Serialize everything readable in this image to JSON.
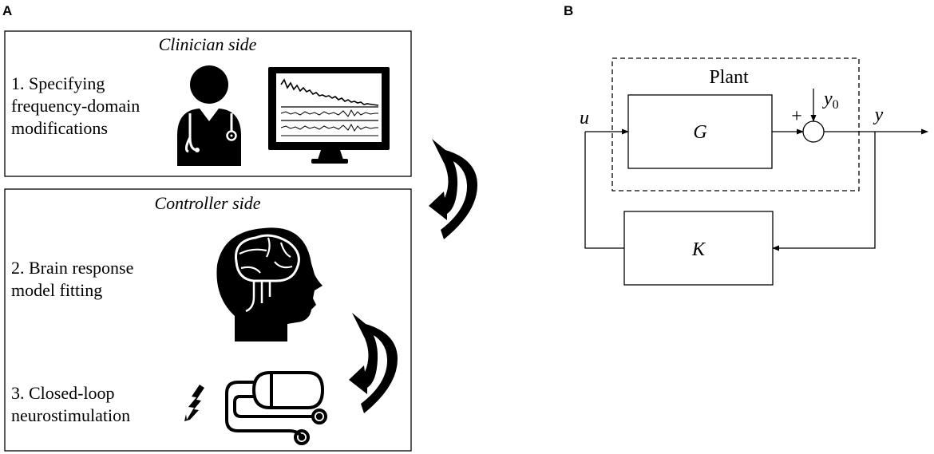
{
  "panel_a": {
    "letter": "A",
    "clinician_box": {
      "title": "Clinician side",
      "step_lines": [
        "1. Specifying",
        "frequency-domain",
        "modifications"
      ]
    },
    "controller_box": {
      "title": "Controller side",
      "step2_lines": [
        "2. Brain response",
        "model fitting"
      ],
      "step3_lines": [
        "3. Closed-loop",
        "neurostimulation"
      ]
    },
    "icons": [
      "doctor-icon",
      "monitor-eeg-icon",
      "brain-head-icon",
      "neurostimulator-icon",
      "lightning-icon",
      "curved-arrow-icon"
    ]
  },
  "panel_b": {
    "letter": "B",
    "plant_label": "Plant",
    "g_label": "G",
    "k_label": "K",
    "u_label": "u",
    "y_label": "y",
    "y0_main": "y",
    "y0_sub": "0",
    "plus_label": "+"
  }
}
